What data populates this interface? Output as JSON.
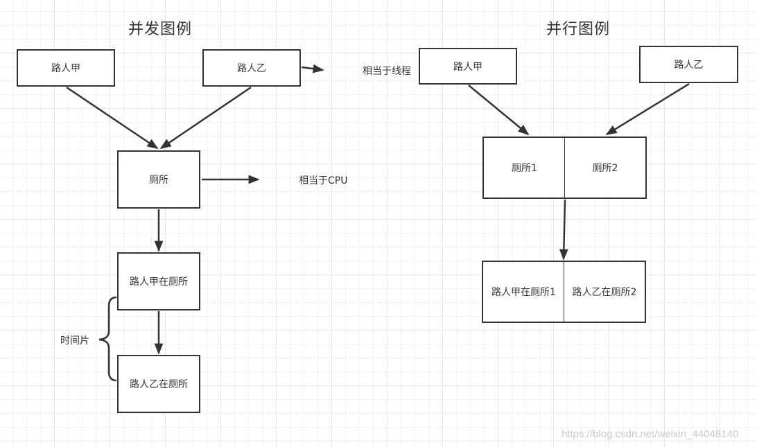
{
  "concurrency": {
    "title": "并发图例",
    "person_a": "路人甲",
    "person_b": "路人乙",
    "toilet": "厕所",
    "cpu_note": "相当于CPU",
    "step_a": "路人甲在厕所",
    "step_b": "路人乙在厕所",
    "time_slice": "时间片"
  },
  "parallel": {
    "title": "并行图例",
    "thread_note": "相当于线程",
    "person_a": "路人甲",
    "person_b": "路人乙",
    "toilet_1": "厕所1",
    "toilet_2": "厕所2",
    "result_1": "路人甲在厕所1",
    "result_2": "路人乙在厕所2"
  },
  "watermark": "https://blog.csdn.net/weixin_44048140"
}
